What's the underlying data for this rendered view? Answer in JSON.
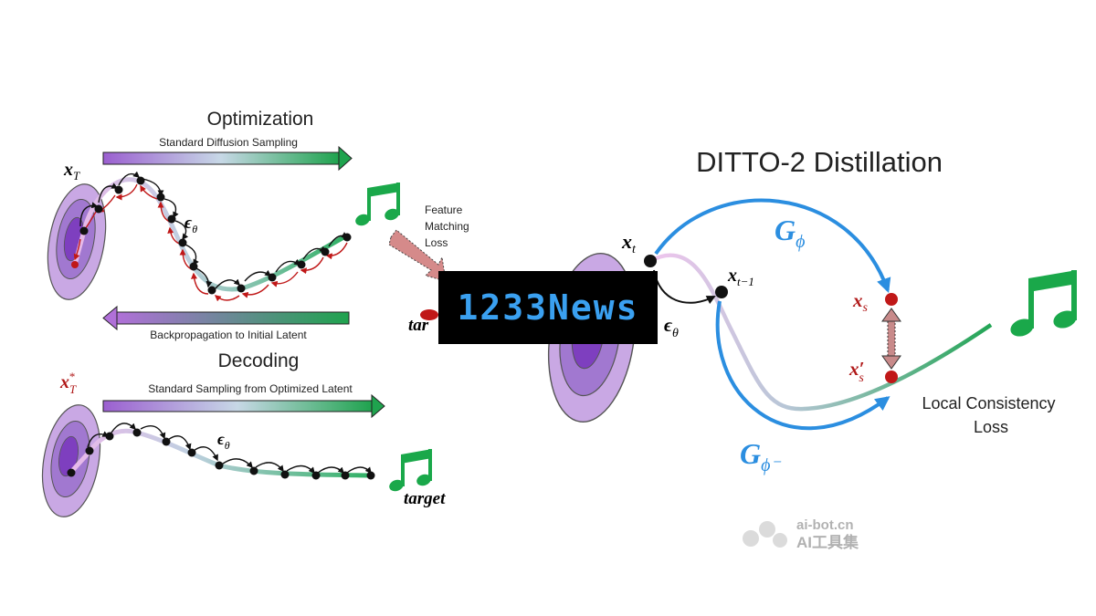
{
  "left_panel": {
    "optimization_title": "Optimization",
    "top_arrow_label": "Standard Diffusion Sampling",
    "x_T": "x",
    "x_T_sub": "T",
    "epsilon": "ϵ",
    "epsilon_sub": "θ",
    "feature_matching": [
      "Feature",
      "Matching",
      "Loss"
    ],
    "target_partial": "tar",
    "backprop_label": "Backpropagation to Initial Latent",
    "decoding_title": "Decoding",
    "x_T_star": "x",
    "x_T_star_sub": "T",
    "x_T_star_sup": "*",
    "decoding_arrow_label": "Standard Sampling from Optimized Latent",
    "epsilon2": "ϵ",
    "epsilon2_sub": "θ",
    "target": "target"
  },
  "right_panel": {
    "title": "DITTO-2 Distillation",
    "x_t": "x",
    "x_t_sub": "t",
    "x_t_minus_1": "x",
    "x_t_minus_1_sub": "t−1",
    "epsilon": "ϵ",
    "epsilon_sub": "θ",
    "G_phi": "G",
    "G_phi_sub": "ϕ",
    "G_phi_minus": "G",
    "G_phi_minus_sub": "ϕ⁻",
    "x_s": "x",
    "x_s_sub": "s",
    "x_s_prime": "x′",
    "x_s_prime_sub": "s",
    "local_consistency": [
      "Local Consistency",
      "Loss"
    ]
  },
  "overlay": {
    "watermark": "1233News",
    "corner_mark_top": "ai-bot.cn",
    "corner_mark_bottom": "AI工具集"
  },
  "colors": {
    "accent_blue": "#2b8ee0",
    "dark_red": "#b01818",
    "green": "#14a84a",
    "purple": "#8a55c8"
  }
}
